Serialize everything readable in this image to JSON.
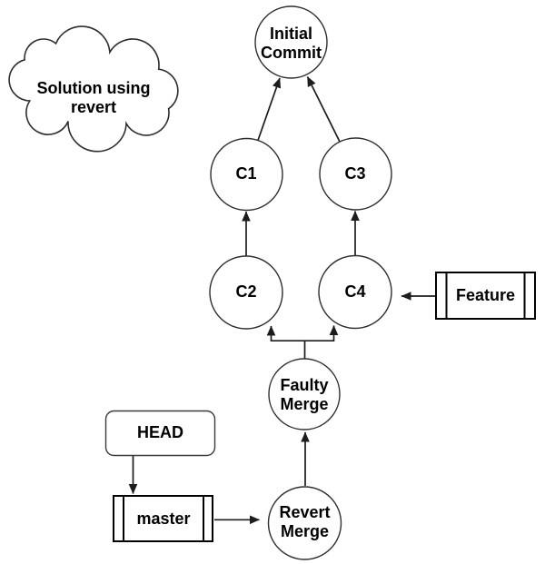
{
  "title": "Solution using revert",
  "colors": {
    "background": "#ffffff",
    "shape_stroke": "#2e2e2e",
    "box_stroke": "#000000",
    "arrow": "#1c1c1c",
    "text": "#000000"
  },
  "cloud": {
    "label": "Solution using\nrevert"
  },
  "nodes": {
    "initial_commit": {
      "label": "Initial\nCommit",
      "shape": "circle"
    },
    "c1": {
      "label": "C1",
      "shape": "circle"
    },
    "c3": {
      "label": "C3",
      "shape": "circle"
    },
    "c2": {
      "label": "C2",
      "shape": "circle"
    },
    "c4": {
      "label": "C4",
      "shape": "circle"
    },
    "faulty_merge": {
      "label": "Faulty\nMerge",
      "shape": "circle"
    },
    "revert_merge": {
      "label": "Revert\nMerge",
      "shape": "circle"
    },
    "feature": {
      "label": "Feature",
      "shape": "process"
    },
    "head": {
      "label": "HEAD",
      "shape": "rounded-rect"
    },
    "master": {
      "label": "master",
      "shape": "process"
    }
  },
  "edges": [
    {
      "from": "c1",
      "to": "initial_commit"
    },
    {
      "from": "c3",
      "to": "initial_commit"
    },
    {
      "from": "c2",
      "to": "c1"
    },
    {
      "from": "c4",
      "to": "c3"
    },
    {
      "from": "feature",
      "to": "c4"
    },
    {
      "from": "faulty_merge",
      "to": "c2"
    },
    {
      "from": "faulty_merge",
      "to": "c4"
    },
    {
      "from": "revert_merge",
      "to": "faulty_merge"
    },
    {
      "from": "head",
      "to": "master"
    },
    {
      "from": "master",
      "to": "revert_merge"
    }
  ]
}
